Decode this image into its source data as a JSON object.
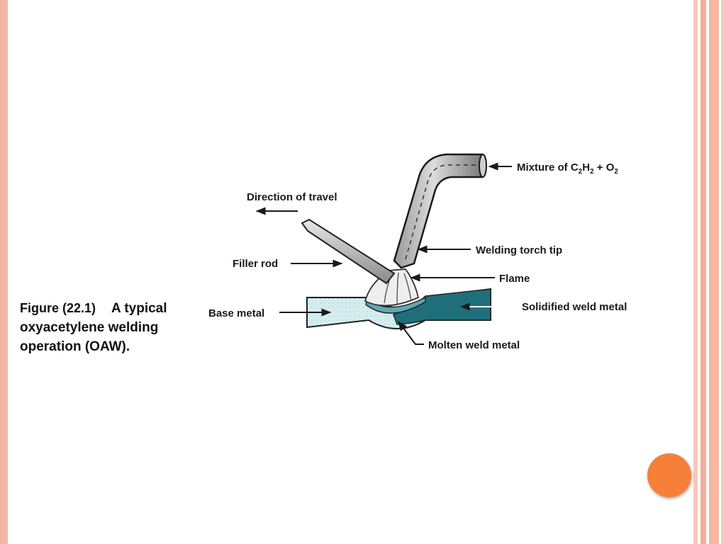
{
  "slide": {
    "colors": {
      "border": "#f4b7a3",
      "accent": "#f6803a",
      "weld_metal": "#1f6f7a",
      "base_metal": "#d7eef0"
    },
    "caption": {
      "figure_number": "Figure (22.1)",
      "line1": "A typical",
      "line2": "oxyacetylene welding",
      "line3": "operation (OAW)."
    },
    "diagram": {
      "labels": {
        "mixture_prefix": "Mixture of C",
        "mixture_sub1": "2",
        "mixture_h": "H",
        "mixture_sub2": "2",
        "mixture_plus_o": " + O",
        "mixture_sub3": "2",
        "direction": "Direction of travel",
        "torch_tip": "Welding torch tip",
        "filler_rod": "Filler rod",
        "flame": "Flame",
        "base_metal": "Base metal",
        "solidified": "Solidified weld metal",
        "molten": "Molten weld metal"
      }
    }
  }
}
